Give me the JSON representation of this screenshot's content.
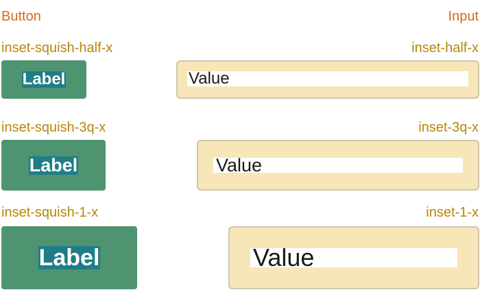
{
  "headings": {
    "left": "Button",
    "right": "Input"
  },
  "rows": [
    {
      "button_caption": "inset-squish-half-x",
      "button_label": "Label",
      "input_caption": "inset-half-x",
      "input_value": "Value"
    },
    {
      "button_caption": "inset-squish-3q-x",
      "button_label": "Label",
      "input_caption": "inset-3q-x",
      "input_value": "Value"
    },
    {
      "button_caption": "inset-squish-1-x",
      "button_label": "Label",
      "input_caption": "inset-1-x",
      "input_value": "Value"
    }
  ],
  "colors": {
    "heading": "#d2691e",
    "caption": "#b8860b",
    "button_bg": "#4e9470",
    "label_highlight": "#1f7d86",
    "input_bg": "#f6e6b8",
    "input_border": "#cfc6ab"
  }
}
